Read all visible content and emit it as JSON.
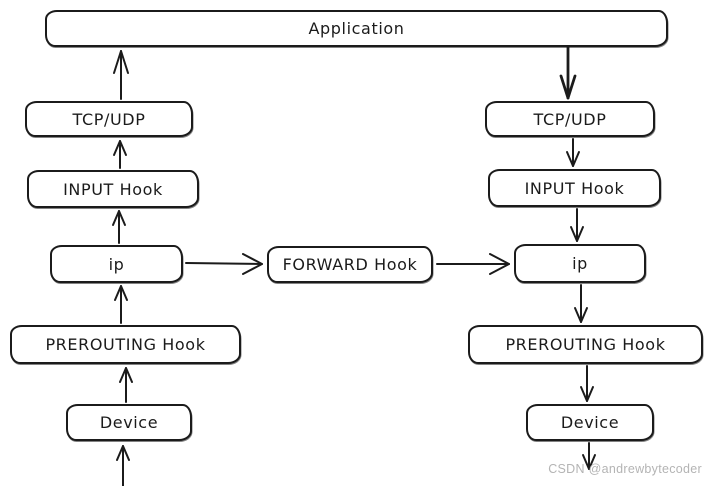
{
  "diagram": {
    "description": "Netfilter packet flow diagram with hand-drawn style boxes",
    "colors": {
      "stroke": "#1b1b1b",
      "background": "#ffffff",
      "watermark_text": "#b4b4b4"
    },
    "nodes": {
      "application": {
        "label": "Application"
      },
      "tcp_udp_left": {
        "label": "TCP/UDP"
      },
      "tcp_udp_right": {
        "label": "TCP/UDP"
      },
      "input_hook_left": {
        "label": "INPUT Hook"
      },
      "input_hook_right": {
        "label": "INPUT Hook"
      },
      "ip_left": {
        "label": "ip"
      },
      "forward_hook": {
        "label": "FORWARD Hook"
      },
      "ip_right": {
        "label": "ip"
      },
      "prerouting_left": {
        "label": "PREROUTING Hook"
      },
      "prerouting_right": {
        "label": "PREROUTING Hook"
      },
      "device_left": {
        "label": "Device"
      },
      "device_right": {
        "label": "Device"
      }
    },
    "edges": [
      {
        "from": "external",
        "to": "device_left",
        "direction": "up"
      },
      {
        "from": "device_left",
        "to": "prerouting_left",
        "direction": "up"
      },
      {
        "from": "prerouting_left",
        "to": "ip_left",
        "direction": "up"
      },
      {
        "from": "ip_left",
        "to": "input_hook_left",
        "direction": "up"
      },
      {
        "from": "input_hook_left",
        "to": "tcp_udp_left",
        "direction": "up"
      },
      {
        "from": "tcp_udp_left",
        "to": "application",
        "direction": "up"
      },
      {
        "from": "ip_left",
        "to": "forward_hook",
        "direction": "right"
      },
      {
        "from": "forward_hook",
        "to": "ip_right",
        "direction": "right"
      },
      {
        "from": "application",
        "to": "tcp_udp_right",
        "direction": "down"
      },
      {
        "from": "tcp_udp_right",
        "to": "input_hook_right",
        "direction": "down"
      },
      {
        "from": "input_hook_right",
        "to": "ip_right",
        "direction": "down"
      },
      {
        "from": "ip_right",
        "to": "prerouting_right",
        "direction": "down"
      },
      {
        "from": "prerouting_right",
        "to": "device_right",
        "direction": "down"
      },
      {
        "from": "device_right",
        "to": "external",
        "direction": "down"
      }
    ],
    "watermark": "CSDN @andrewbytecoder"
  }
}
